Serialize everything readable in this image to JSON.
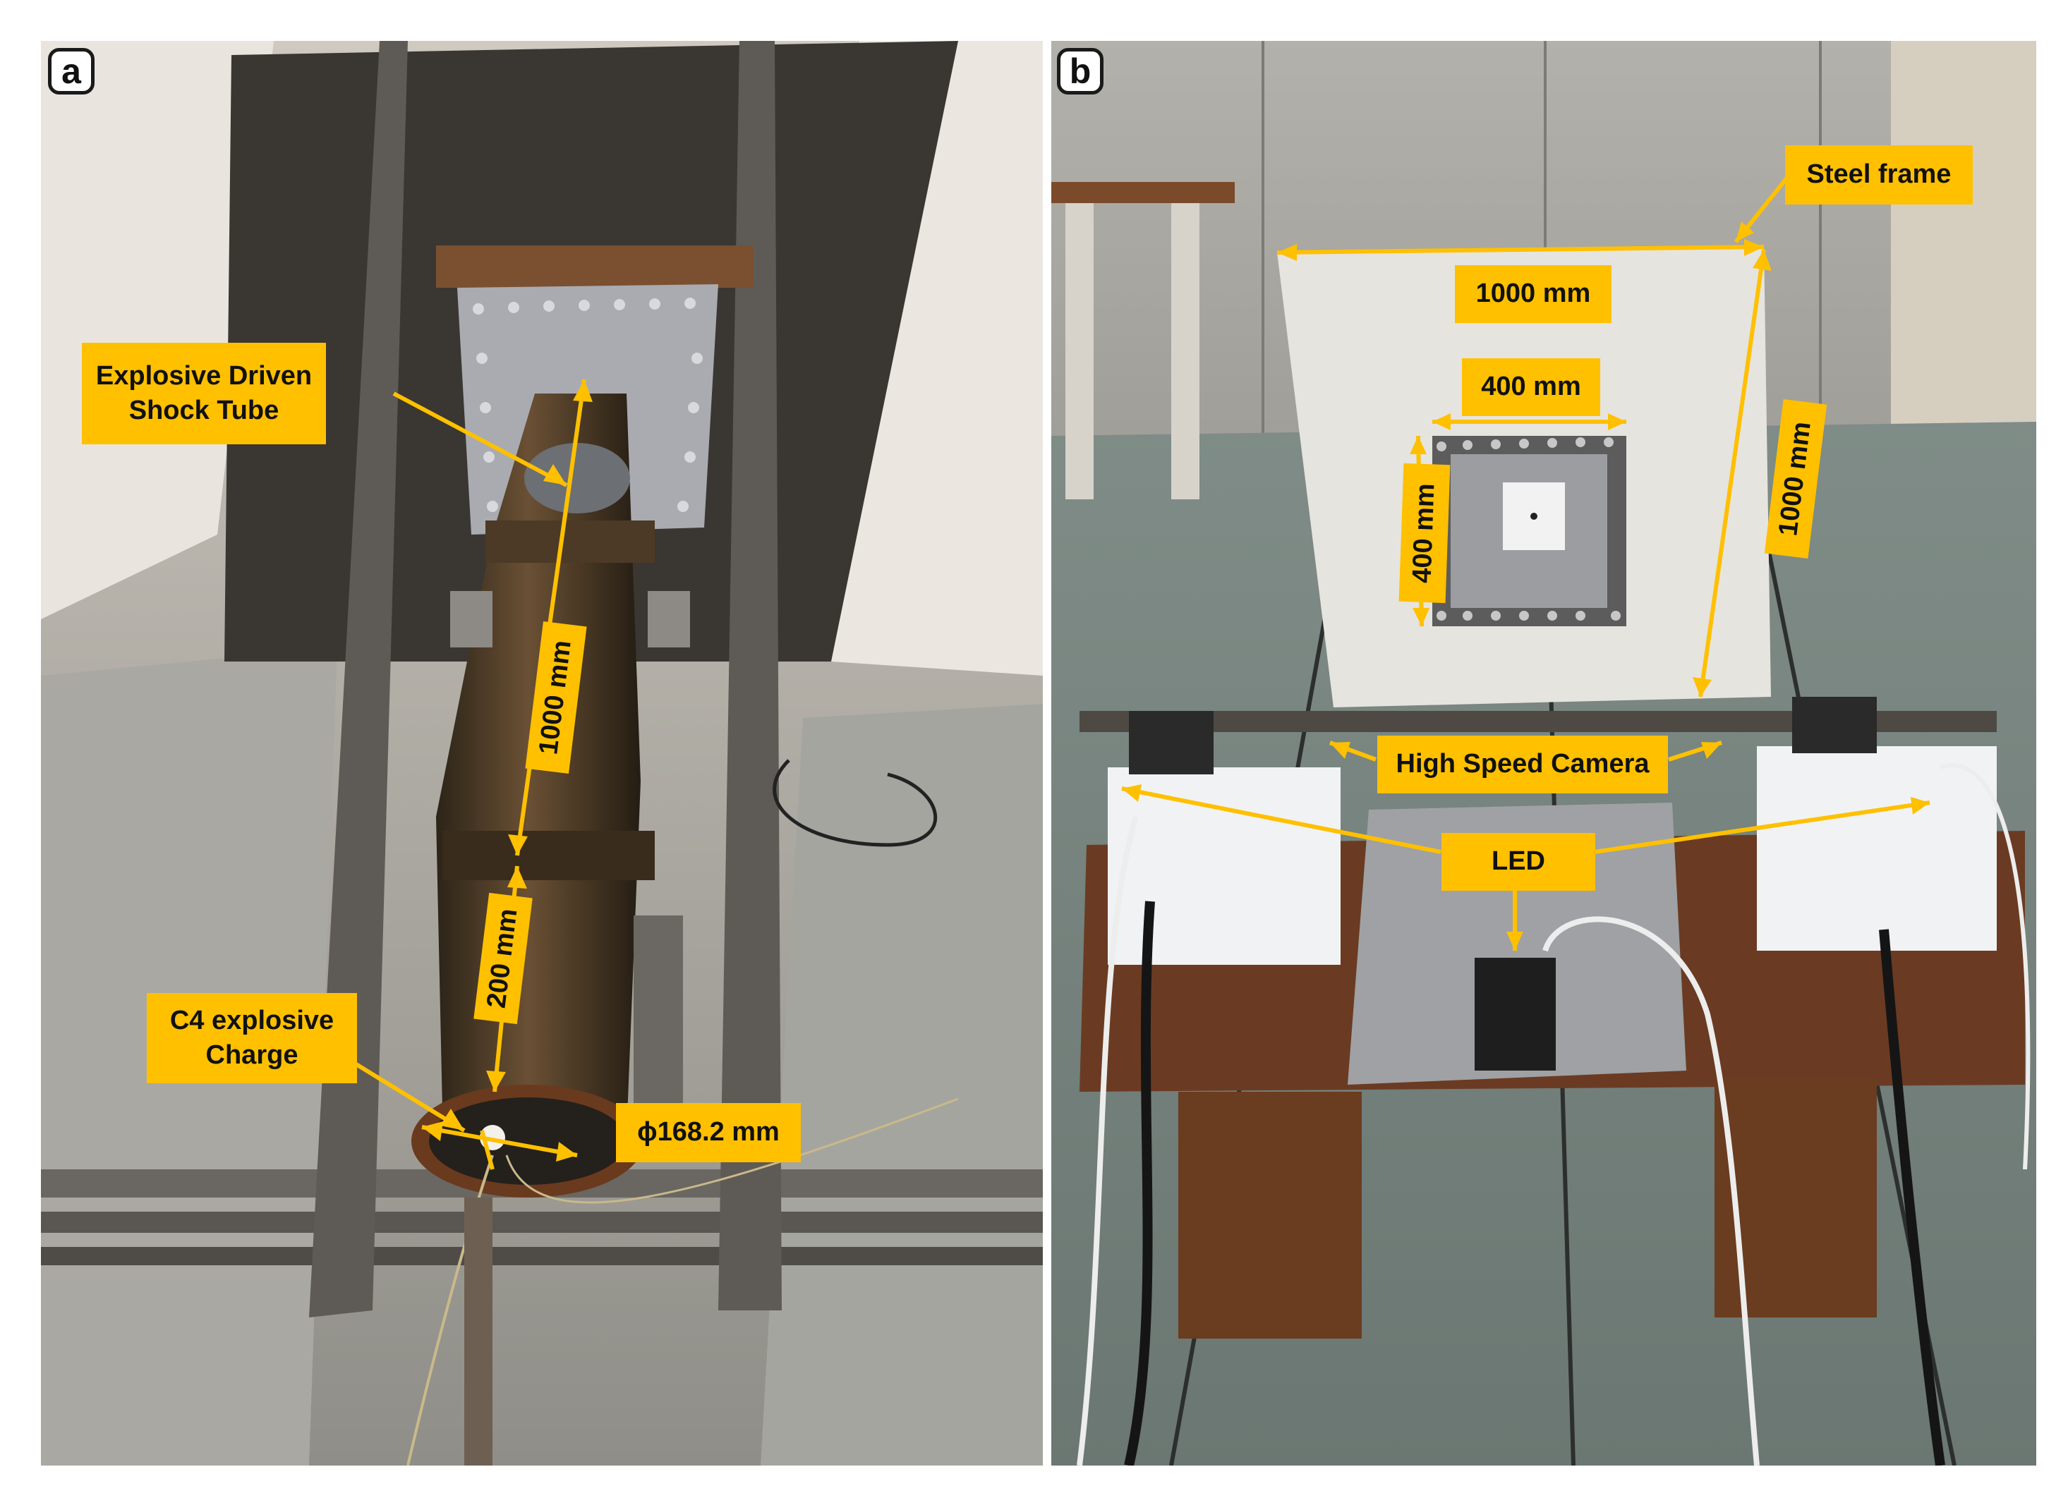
{
  "panels": [
    {
      "label": "a"
    },
    {
      "label": "b"
    }
  ],
  "annotations_a": {
    "shock_tube_line1": "Explosive Driven",
    "shock_tube_line2": "Shock Tube",
    "length_1000": "1000 mm",
    "length_200": "200 mm",
    "charge_line1": "C4 explosive",
    "charge_line2": "Charge",
    "diameter": "ϕ168.2 mm"
  },
  "annotations_b": {
    "steel_frame": "Steel frame",
    "width_1000": "1000 mm",
    "height_1000": "1000 mm",
    "width_400": "400 mm",
    "height_400": "400 mm",
    "camera": "High Speed Camera",
    "led": "LED"
  },
  "colors": {
    "annotation": "#ffc000",
    "frame_border": "#1a1a1a"
  }
}
